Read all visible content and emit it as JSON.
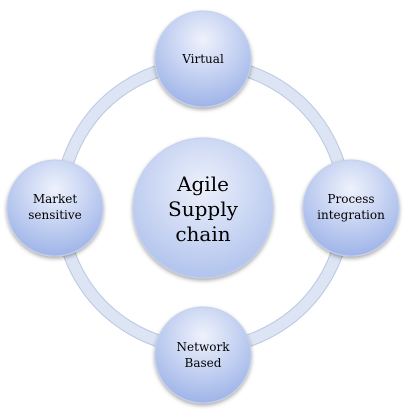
{
  "diagram": {
    "center": {
      "lines": [
        "Agile",
        "Supply",
        "chain"
      ]
    },
    "nodes": [
      {
        "id": "virtual",
        "lines": [
          "Virtual"
        ]
      },
      {
        "id": "process-integration",
        "lines": [
          "Process",
          "integration"
        ]
      },
      {
        "id": "network-based",
        "lines": [
          "Network",
          "Based"
        ]
      },
      {
        "id": "market-sensitive",
        "lines": [
          "Market",
          "sensitive"
        ]
      }
    ],
    "colors": {
      "ring_fill": "#dfe6f4",
      "ring_stroke": "#b8c6e2",
      "node_light": "#e8eefb",
      "node_dark": "#9db2e6",
      "center_light": "#e6ecfa",
      "center_dark": "#a9bcea"
    }
  }
}
